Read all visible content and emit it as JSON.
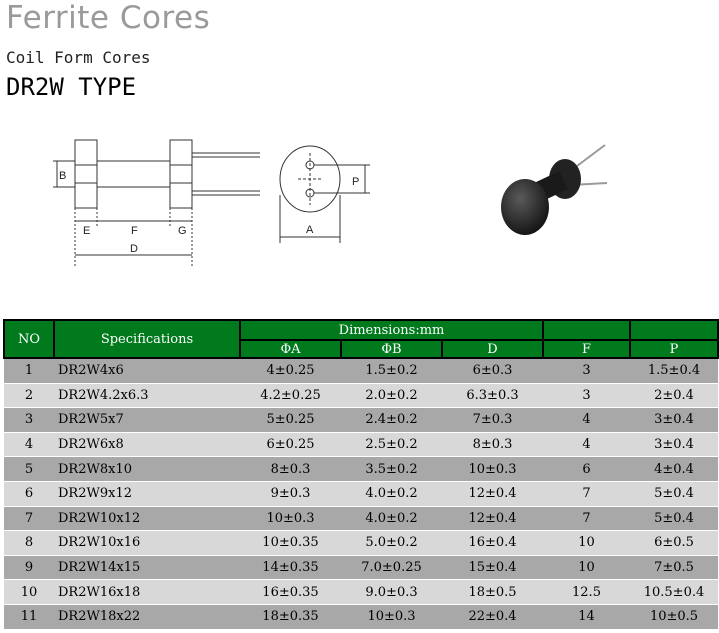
{
  "header": {
    "title": "Ferrite Cores",
    "subtitle": "Coil Form Cores",
    "type": "DR2W TYPE"
  },
  "drawing": {
    "labels": {
      "b": "B",
      "e": "E",
      "f": "F",
      "g": "G",
      "d": "D",
      "p": "P",
      "a": "A"
    }
  },
  "table": {
    "head": {
      "no": "NO",
      "spec": "Specifications",
      "dimensions": "Dimensions:mm",
      "columns": [
        "ΦA",
        "ΦB",
        "D",
        "F",
        "P"
      ]
    },
    "rows": [
      [
        "1",
        "DR2W4x6",
        "4±0.25",
        "1.5±0.2",
        "6±0.3",
        "3",
        "1.5±0.4"
      ],
      [
        "2",
        "DR2W4.2x6.3",
        "4.2±0.25",
        "2.0±0.2",
        "6.3±0.3",
        "3",
        "2±0.4"
      ],
      [
        "3",
        "DR2W5x7",
        "5±0.25",
        "2.4±0.2",
        "7±0.3",
        "4",
        "3±0.4"
      ],
      [
        "4",
        "DR2W6x8",
        "6±0.25",
        "2.5±0.2",
        "8±0.3",
        "4",
        "3±0.4"
      ],
      [
        "5",
        "DR2W8x10",
        "8±0.3",
        "3.5±0.2",
        "10±0.3",
        "6",
        "4±0.4"
      ],
      [
        "6",
        "DR2W9x12",
        "9±0.3",
        "4.0±0.2",
        "12±0.4",
        "7",
        "5±0.4"
      ],
      [
        "7",
        "DR2W10x12",
        "10±0.3",
        "4.0±0.2",
        "12±0.4",
        "7",
        "5±0.4"
      ],
      [
        "8",
        "DR2W10x16",
        "10±0.35",
        "5.0±0.2",
        "16±0.4",
        "10",
        "6±0.5"
      ],
      [
        "9",
        "DR2W14x15",
        "14±0.35",
        "7.0±0.25",
        "15±0.4",
        "10",
        "7±0.5"
      ],
      [
        "10",
        "DR2W16x18",
        "16±0.35",
        "9.0±0.3",
        "18±0.5",
        "12.5",
        "10.5±0.4"
      ],
      [
        "11",
        "DR2W18x22",
        "18±0.35",
        "10±0.3",
        "22±0.4",
        "14",
        "10±0.5"
      ]
    ]
  }
}
